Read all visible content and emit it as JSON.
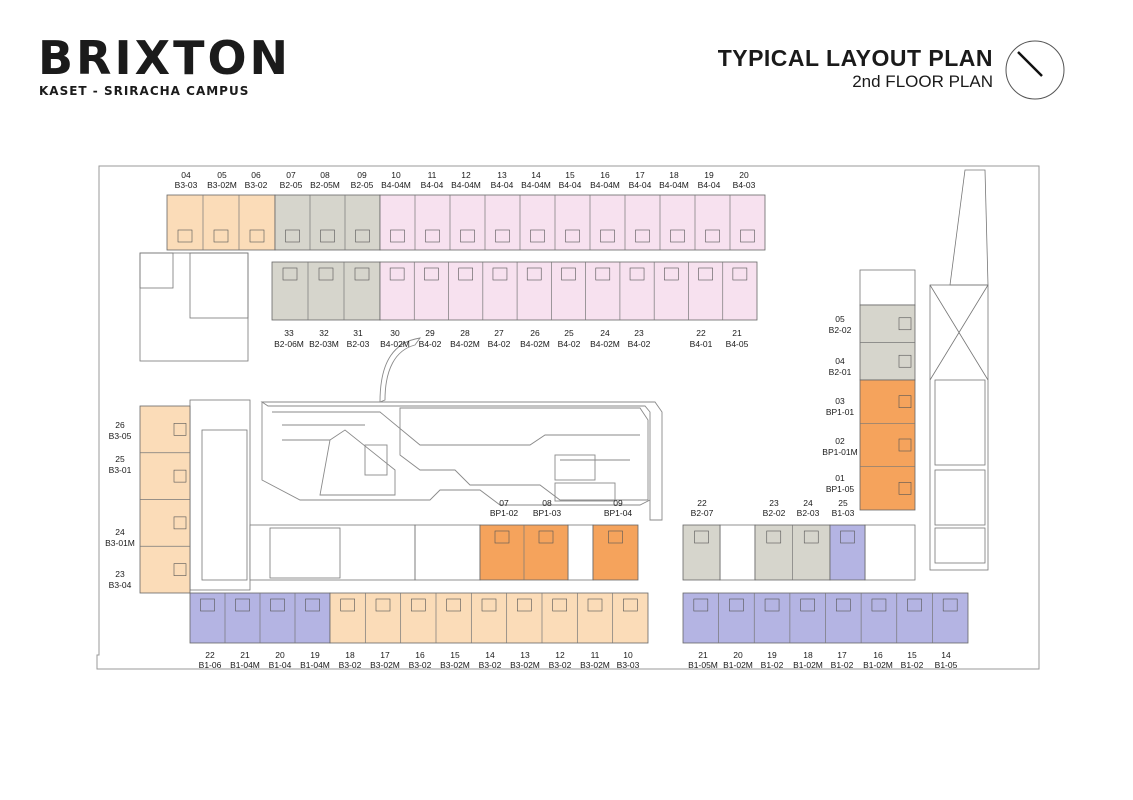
{
  "header": {
    "logo": "BRIXTON",
    "logo_subtitle": "KASET - SRIRACHA CAMPUS",
    "title": "TYPICAL LAYOUT PLAN",
    "subtitle": "2nd FLOOR PLAN"
  },
  "icons": {
    "north_arrow": "north-arrow-icon"
  },
  "colors": {
    "peach": "#fbdcb8",
    "gray": "#d6d5cc",
    "pink": "#f7e1ef",
    "orange": "#f5a35c",
    "purple": "#b4b4e3"
  },
  "units": {
    "top_row": [
      {
        "no": "04",
        "type": "B3-03"
      },
      {
        "no": "05",
        "type": "B3-02M"
      },
      {
        "no": "06",
        "type": "B3-02"
      },
      {
        "no": "07",
        "type": "B2-05"
      },
      {
        "no": "08",
        "type": "B2-05M"
      },
      {
        "no": "09",
        "type": "B2-05"
      },
      {
        "no": "10",
        "type": "B4-04M"
      },
      {
        "no": "11",
        "type": "B4-04"
      },
      {
        "no": "12",
        "type": "B4-04M"
      },
      {
        "no": "13",
        "type": "B4-04"
      },
      {
        "no": "14",
        "type": "B4-04M"
      },
      {
        "no": "15",
        "type": "B4-04"
      },
      {
        "no": "16",
        "type": "B4-04M"
      },
      {
        "no": "17",
        "type": "B4-04"
      },
      {
        "no": "18",
        "type": "B4-04M"
      },
      {
        "no": "19",
        "type": "B4-04"
      },
      {
        "no": "20",
        "type": "B4-03"
      }
    ],
    "north_lower_row": [
      {
        "no": "33",
        "type": "B2-06M"
      },
      {
        "no": "32",
        "type": "B2-03M"
      },
      {
        "no": "31",
        "type": "B2-03"
      },
      {
        "no": "30",
        "type": "B4-02M"
      },
      {
        "no": "29",
        "type": "B4-02"
      },
      {
        "no": "28",
        "type": "B4-02M"
      },
      {
        "no": "27",
        "type": "B4-02"
      },
      {
        "no": "26",
        "type": "B4-02M"
      },
      {
        "no": "25",
        "type": "B4-02"
      },
      {
        "no": "24",
        "type": "B4-02M"
      },
      {
        "no": "23",
        "type": "B4-02"
      },
      {
        "no": "22",
        "type": "B4-01"
      },
      {
        "no": "21",
        "type": "B4-05"
      }
    ],
    "west_column": [
      {
        "no": "26",
        "type": "B3-05"
      },
      {
        "no": "25",
        "type": "B3-01"
      },
      {
        "no": "24",
        "type": "B3-01M"
      },
      {
        "no": "23",
        "type": "B3-04"
      }
    ],
    "south_upper_row": [
      {
        "no": "07",
        "type": "BP1-02"
      },
      {
        "no": "08",
        "type": "BP1-03"
      },
      {
        "no": "09",
        "type": "BP1-04"
      },
      {
        "no": "22",
        "type": "B2-07"
      },
      {
        "no": "23",
        "type": "B2-02"
      },
      {
        "no": "24",
        "type": "B2-03"
      },
      {
        "no": "25",
        "type": "B1-03"
      }
    ],
    "east_column": [
      {
        "no": "05",
        "type": "B2-02"
      },
      {
        "no": "04",
        "type": "B2-01"
      },
      {
        "no": "03",
        "type": "BP1-01"
      },
      {
        "no": "02",
        "type": "BP1-01M"
      },
      {
        "no": "01",
        "type": "BP1-05"
      }
    ],
    "bottom_row": [
      {
        "no": "22",
        "type": "B1-06"
      },
      {
        "no": "21",
        "type": "B1-04M"
      },
      {
        "no": "20",
        "type": "B1-04"
      },
      {
        "no": "19",
        "type": "B1-04M"
      },
      {
        "no": "18",
        "type": "B3-02"
      },
      {
        "no": "17",
        "type": "B3-02M"
      },
      {
        "no": "16",
        "type": "B3-02"
      },
      {
        "no": "15",
        "type": "B3-02M"
      },
      {
        "no": "14",
        "type": "B3-02"
      },
      {
        "no": "13",
        "type": "B3-02M"
      },
      {
        "no": "12",
        "type": "B3-02"
      },
      {
        "no": "11",
        "type": "B3-02M"
      },
      {
        "no": "10",
        "type": "B3-03"
      },
      {
        "no": "21",
        "type": "B1-05M"
      },
      {
        "no": "20",
        "type": "B1-02M"
      },
      {
        "no": "19",
        "type": "B1-02"
      },
      {
        "no": "18",
        "type": "B1-02M"
      },
      {
        "no": "17",
        "type": "B1-02"
      },
      {
        "no": "16",
        "type": "B1-02M"
      },
      {
        "no": "15",
        "type": "B1-02"
      },
      {
        "no": "14",
        "type": "B1-05"
      }
    ]
  }
}
